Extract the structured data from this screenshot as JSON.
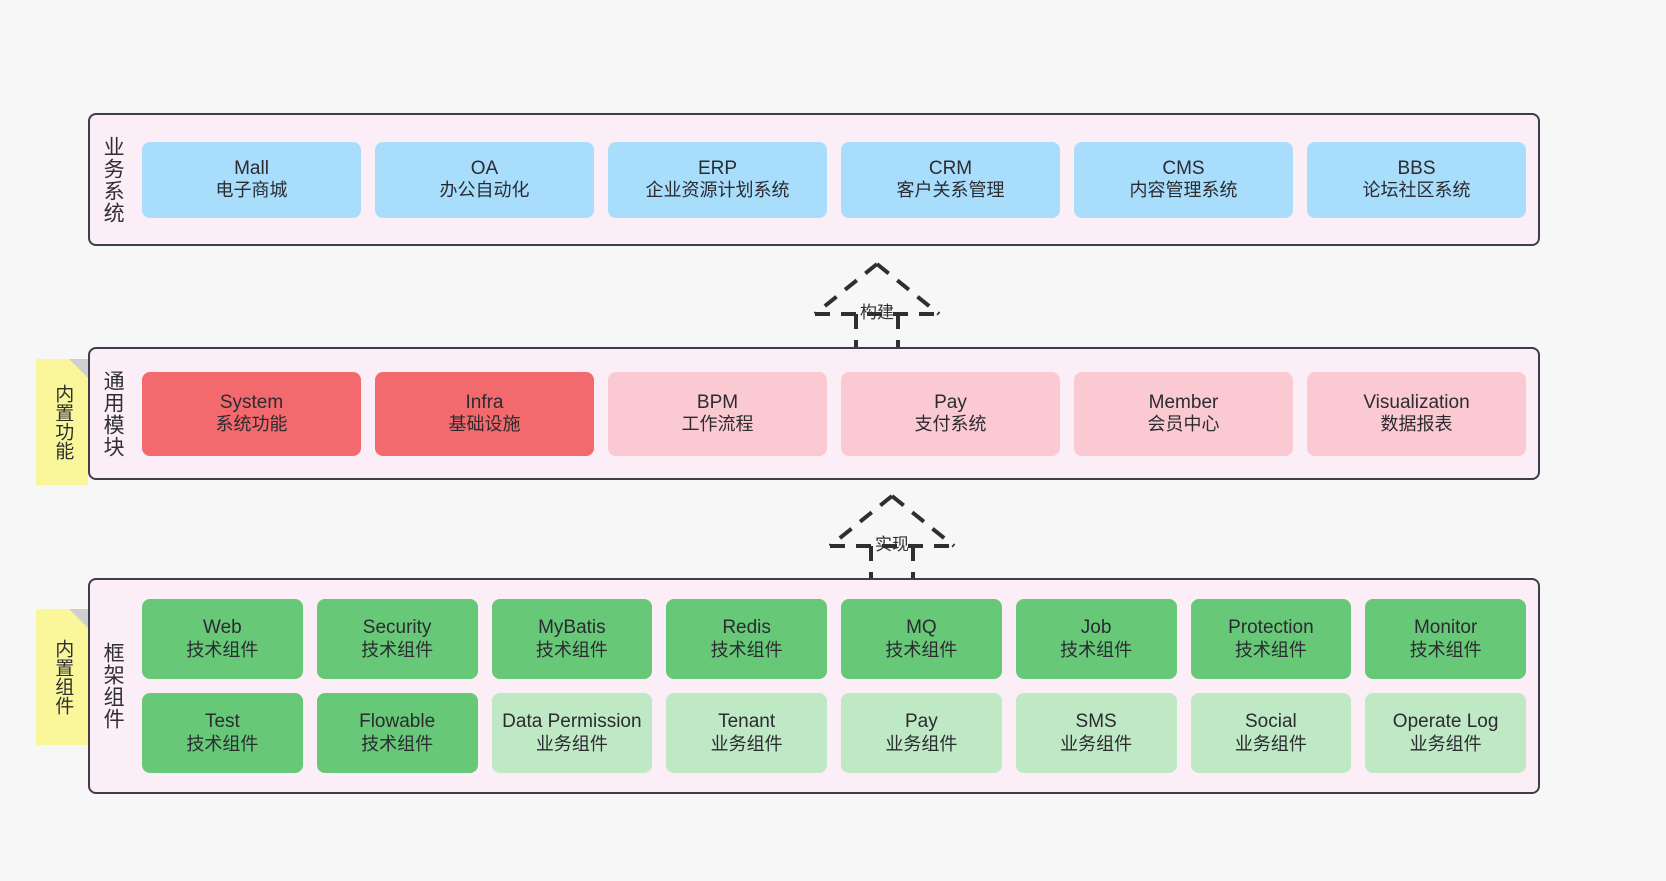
{
  "layers": [
    {
      "key": "business",
      "title": "业务系统",
      "sticky": null,
      "cards": [
        {
          "en": "Mall",
          "cn": "电子商城",
          "color": "blue"
        },
        {
          "en": "OA",
          "cn": "办公自动化",
          "color": "blue"
        },
        {
          "en": "ERP",
          "cn": "企业资源计划系统",
          "color": "blue"
        },
        {
          "en": "CRM",
          "cn": "客户关系管理",
          "color": "blue"
        },
        {
          "en": "CMS",
          "cn": "内容管理系统",
          "color": "blue"
        },
        {
          "en": "BBS",
          "cn": "论坛社区系统",
          "color": "blue"
        }
      ]
    },
    {
      "key": "module",
      "title": "通用模块",
      "sticky": "内置功能",
      "cards": [
        {
          "en": "System",
          "cn": "系统功能",
          "color": "red"
        },
        {
          "en": "Infra",
          "cn": "基础设施",
          "color": "red"
        },
        {
          "en": "BPM",
          "cn": "工作流程",
          "color": "pink"
        },
        {
          "en": "Pay",
          "cn": "支付系统",
          "color": "pink"
        },
        {
          "en": "Member",
          "cn": "会员中心",
          "color": "pink"
        },
        {
          "en": "Visualization",
          "cn": "数据报表",
          "color": "pink"
        }
      ]
    },
    {
      "key": "framework",
      "title": "框架组件",
      "sticky": "内置组件",
      "row1": [
        {
          "en": "Web",
          "cn": "技术组件",
          "color": "green"
        },
        {
          "en": "Security",
          "cn": "技术组件",
          "color": "green"
        },
        {
          "en": "MyBatis",
          "cn": "技术组件",
          "color": "green"
        },
        {
          "en": "Redis",
          "cn": "技术组件",
          "color": "green"
        },
        {
          "en": "MQ",
          "cn": "技术组件",
          "color": "green"
        },
        {
          "en": "Job",
          "cn": "技术组件",
          "color": "green"
        },
        {
          "en": "Protection",
          "cn": "技术组件",
          "color": "green"
        },
        {
          "en": "Monitor",
          "cn": "技术组件",
          "color": "green"
        }
      ],
      "row2": [
        {
          "en": "Test",
          "cn": "技术组件",
          "color": "green"
        },
        {
          "en": "Flowable",
          "cn": "技术组件",
          "color": "green"
        },
        {
          "en": "Data Permission",
          "cn": "业务组件",
          "color": "lgreen"
        },
        {
          "en": "Tenant",
          "cn": "业务组件",
          "color": "lgreen"
        },
        {
          "en": "Pay",
          "cn": "业务组件",
          "color": "lgreen"
        },
        {
          "en": "SMS",
          "cn": "业务组件",
          "color": "lgreen"
        },
        {
          "en": "Social",
          "cn": "业务组件",
          "color": "lgreen"
        },
        {
          "en": "Operate Log",
          "cn": "业务组件",
          "color": "lgreen"
        }
      ]
    }
  ],
  "connectors": [
    {
      "key": "build",
      "label": "构建"
    },
    {
      "key": "implement",
      "label": "实现"
    }
  ],
  "colors": {
    "background": "#f7f7f7",
    "band_fill": "#fbeef6",
    "band_border": "#3f3d4a",
    "blue": "#a8ddfb",
    "red": "#f26a6e",
    "pink": "#fbc9d2",
    "green": "#67c878",
    "light_green": "#bfe8c5",
    "sticky_yellow": "#faf69a",
    "sticky_fold": "#cfcfcf",
    "arrow_stroke": "#2f2f33"
  }
}
